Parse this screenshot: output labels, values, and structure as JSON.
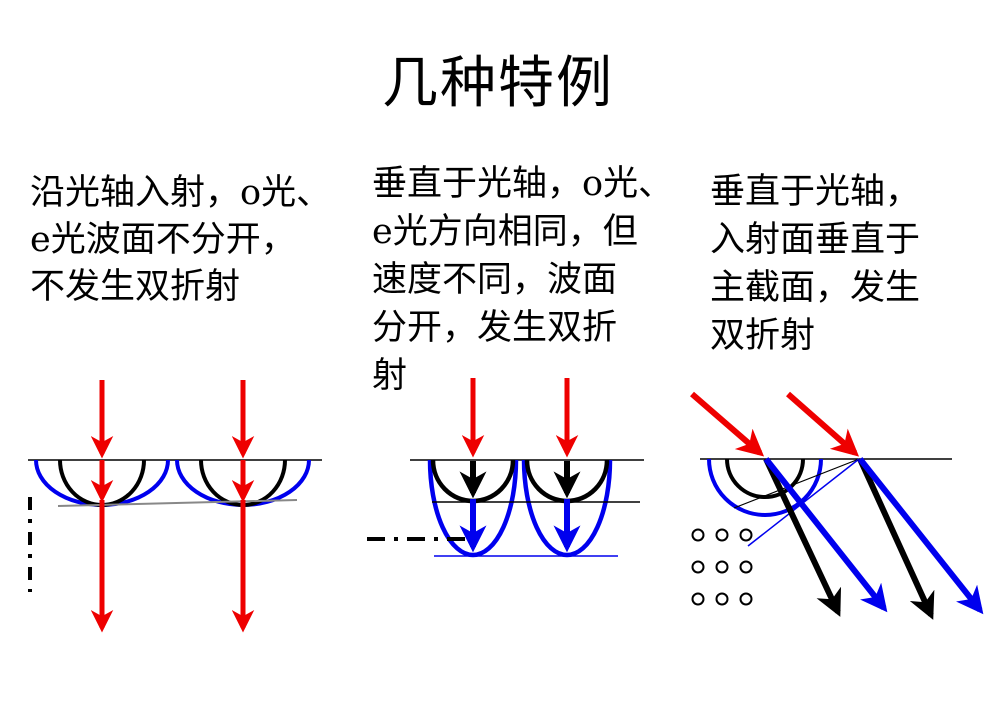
{
  "slide": {
    "title": "几种特例",
    "background": "#ffffff"
  },
  "cases": [
    {
      "id": "incidence-along-optic-axis",
      "lines": [
        "沿光轴入射，o光、",
        "e光波面不分开，",
        "不发生双折射"
      ]
    },
    {
      "id": "incidence-perpendicular-to-optic-axis",
      "lines": [
        "垂直于光轴，o光、",
        "e光方向相同，但",
        "速度不同，波面",
        "分开，发生双折",
        "射"
      ]
    },
    {
      "id": "incidence-plane-perpendicular-to-principal-section",
      "lines": [
        "垂直于光轴，",
        "入射面垂直于",
        "主截面，发生",
        "双折射"
      ]
    }
  ],
  "legend": {
    "incident_ray_color": "#ee0000",
    "o_wave_color": "#000000",
    "e_wave_color": "#0000ee",
    "tangent_line_gray": "#888888"
  }
}
